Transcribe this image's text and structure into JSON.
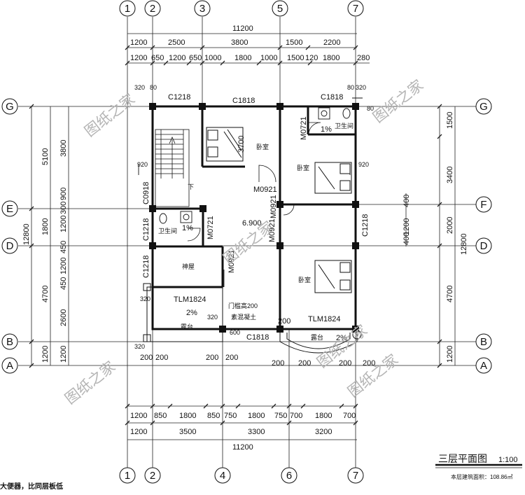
{
  "drawing": {
    "title": "三层平面图",
    "scale": "1:100",
    "area_note": "本层建筑面积：108.86㎡",
    "bottom_note": "大便器，比同层板低"
  },
  "axes": {
    "top": [
      "1",
      "2",
      "3",
      "5",
      "7"
    ],
    "bottom": [
      "1",
      "2",
      "4",
      "6",
      "7"
    ],
    "left": [
      "G",
      "E",
      "D",
      "B",
      "A"
    ],
    "right": [
      "G",
      "F",
      "D",
      "B",
      "A"
    ]
  },
  "dimensions": {
    "top_total": "11200",
    "top_row1": [
      "1200",
      "2500",
      "3800",
      "1500",
      "2200"
    ],
    "top_row2": [
      "1200",
      "650",
      "1200",
      "650",
      "1000",
      "1800",
      "1000",
      "1500",
      "120",
      "1800",
      "280"
    ],
    "bottom_row1": [
      "1200",
      "850",
      "1800",
      "850",
      "750",
      "1800",
      "750",
      "700",
      "1800",
      "700"
    ],
    "bottom_row2": [
      "1200",
      "3500",
      "3300",
      "3200"
    ],
    "bottom_total": "11200",
    "left_total": "12800",
    "left_col1": [
      "5100",
      "1800",
      "4700",
      "1200"
    ],
    "left_col2": [
      "3800",
      "900",
      "300",
      "1200",
      "450",
      "1200",
      "450",
      "2600",
      "1200"
    ],
    "right_total": "12800",
    "right_col1": [
      "1500",
      "3400",
      "2000",
      "4700",
      "1200"
    ],
    "right_col2": [
      "400",
      "1200",
      "400"
    ],
    "small": [
      "200",
      "200",
      "200",
      "200",
      "200",
      "200",
      "200",
      "200",
      "200"
    ]
  },
  "labels": {
    "c1218_top": "C1218",
    "c1818_top": "C1818",
    "c1818_right": "C1818",
    "c1818_bottom": "C1818",
    "c0918": "C0918",
    "c1218_left1": "C1218",
    "c1218_left2": "C1218",
    "c1218_right": "C1218",
    "m0721_right": "M0721",
    "m0721_bath": "M0721",
    "m0921_1": "M0921",
    "m0921_2": "M0921",
    "m0921_3": "M0921",
    "m0921_4": "M0921",
    "tlm_left": "TLM1824",
    "tlm_right": "TLM1824",
    "elevation": "6.900",
    "door_note1": "门槛高200",
    "door_note2": "素混凝土",
    "slope1": "2%",
    "slope2": "2%",
    "slope3": "1%",
    "slope4": "1%",
    "w920a": "920",
    "w920b": "920",
    "v3700": "3700",
    "d320a": "320",
    "d80a": "80",
    "d80b": "80",
    "d320b": "320",
    "d80c": "80",
    "d320c": "320",
    "d320d": "320",
    "d320e": "320",
    "d600": "600"
  },
  "rooms": {
    "bedroom1": "卧室",
    "bedroom2": "卧室",
    "bedroom3": "卧室",
    "bath1": "卫生间",
    "bath2": "卫生间",
    "shrine": "神屋",
    "terrace1": "露台",
    "terrace2": "露台",
    "stair_down": "下"
  },
  "watermark": [
    "图纸之家",
    "图纸之家",
    "图纸之家",
    "图纸之家",
    "图纸之家",
    "图纸之家"
  ]
}
